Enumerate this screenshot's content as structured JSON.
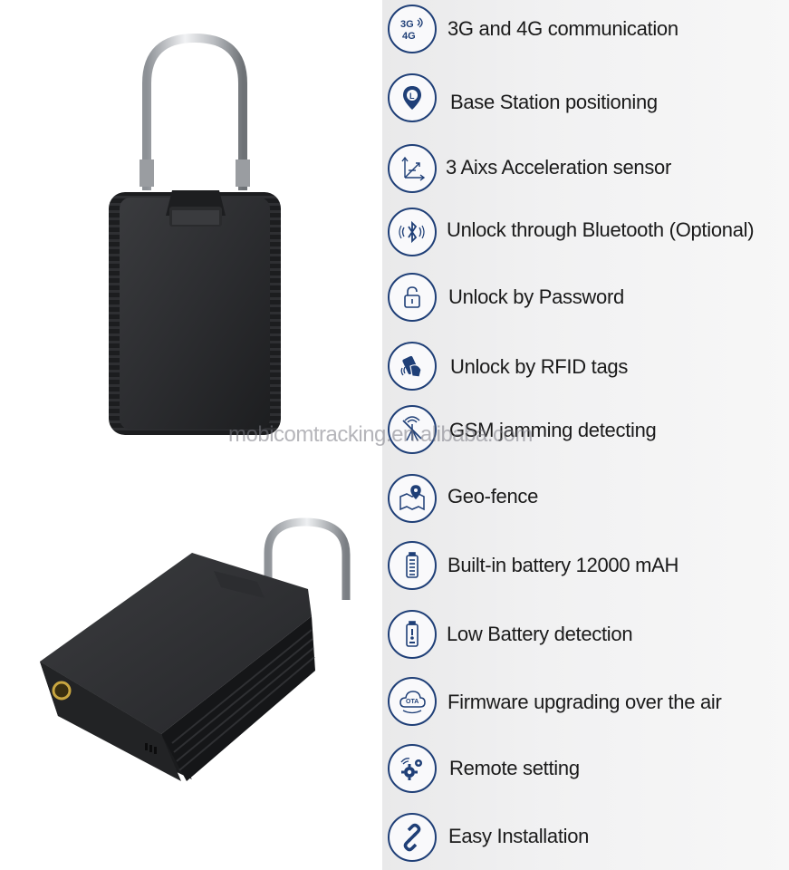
{
  "features": [
    {
      "id": "3g4g",
      "icon": "3g-4g-icon",
      "label": "3G and 4G communication",
      "badge_top": "3G",
      "badge_bottom": "4G"
    },
    {
      "id": "base-station",
      "icon": "location-pin-icon",
      "label": "Base Station positioning"
    },
    {
      "id": "accel",
      "icon": "axis-sensor-icon",
      "label": "3 Aixs Acceleration sensor"
    },
    {
      "id": "bluetooth",
      "icon": "bluetooth-icon",
      "label": "Unlock through Bluetooth (Optional)"
    },
    {
      "id": "password",
      "icon": "padlock-icon",
      "label": "Unlock by Password"
    },
    {
      "id": "rfid",
      "icon": "rfid-card-icon",
      "label": "Unlock by  RFID tags"
    },
    {
      "id": "gsm",
      "icon": "jamming-icon",
      "label": "GSM jamming detecting"
    },
    {
      "id": "geofence",
      "icon": "map-pin-icon",
      "label": "Geo-fence"
    },
    {
      "id": "battery",
      "icon": "battery-icon",
      "label": "Built-in battery 12000 mAH"
    },
    {
      "id": "low-battery",
      "icon": "low-battery-icon",
      "label": "Low Battery detection"
    },
    {
      "id": "ota",
      "icon": "cloud-ota-icon",
      "label": "Firmware upgrading over the air",
      "badge": "OTA"
    },
    {
      "id": "remote",
      "icon": "gears-wifi-icon",
      "label": "Remote setting"
    },
    {
      "id": "install",
      "icon": "chain-link-icon",
      "label": "Easy Installation"
    }
  ],
  "watermark": "mobicomtracking.en.alibaba.com",
  "colors": {
    "icon_navy": "#1f3f77",
    "lock_body": "#2b2c2e",
    "panel_bg": "#eeeeef"
  }
}
